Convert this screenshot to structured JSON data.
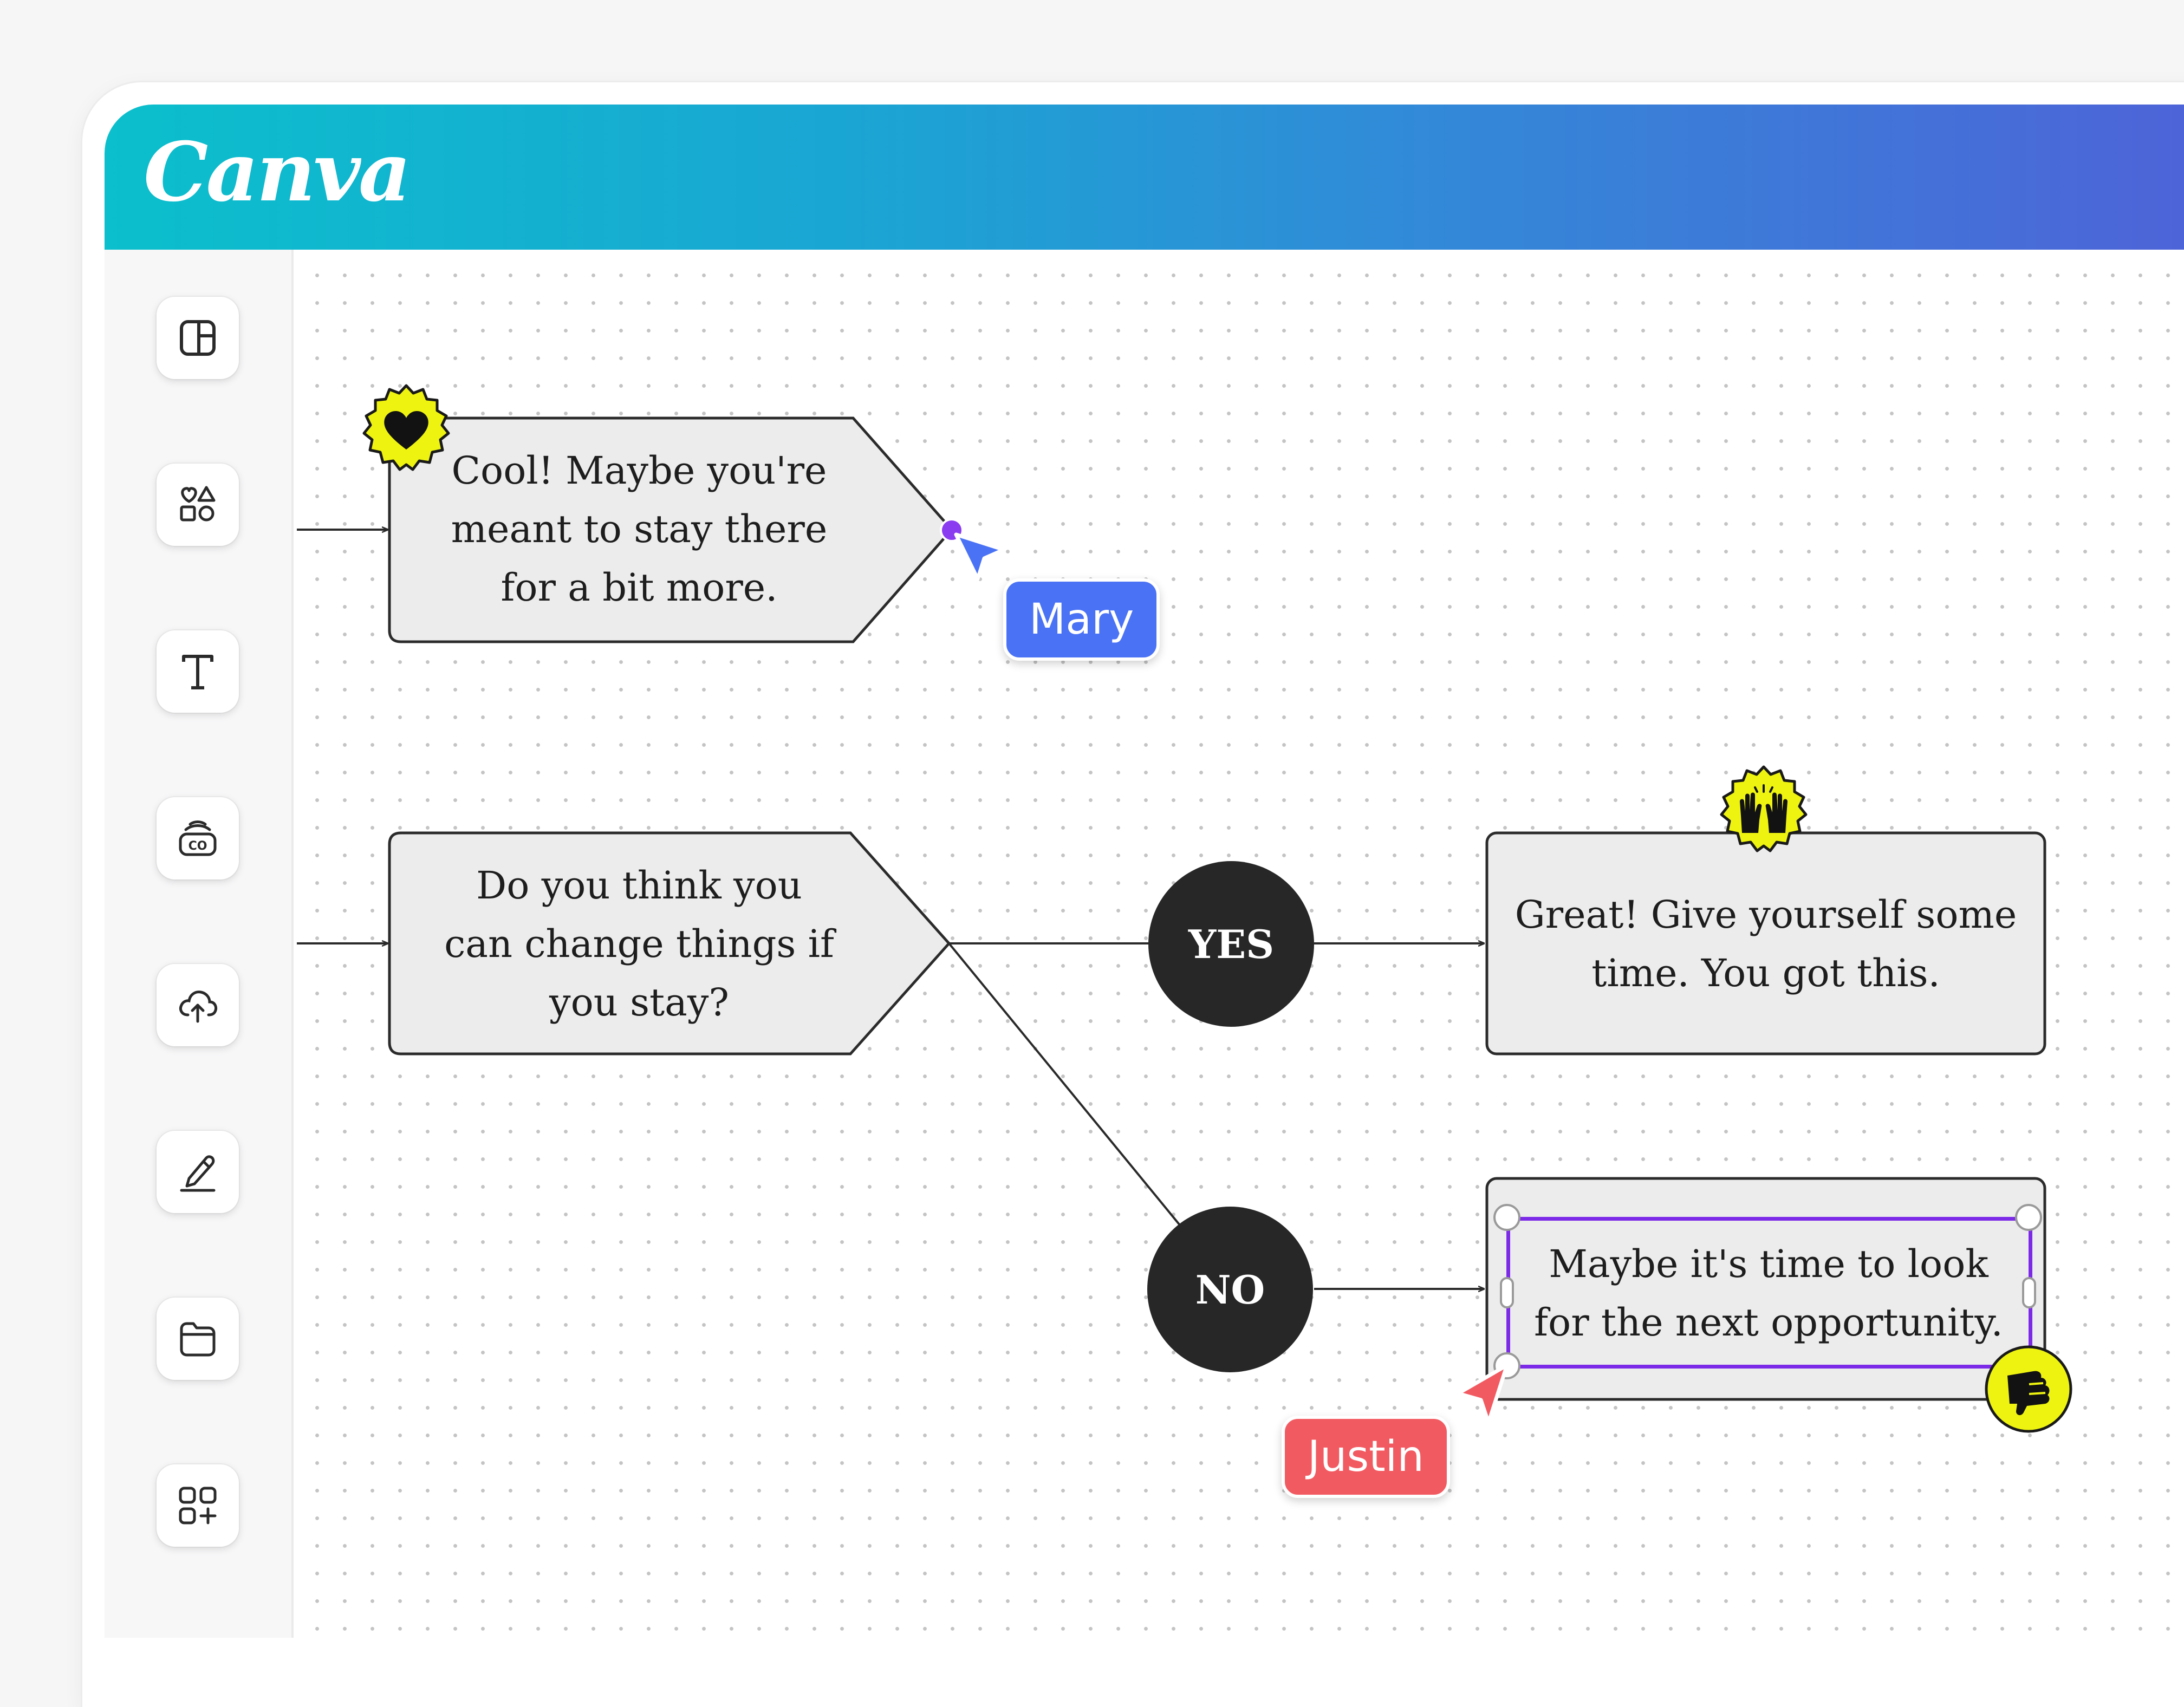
{
  "app": {
    "logo": "Canva"
  },
  "sidebar": {
    "tools": [
      {
        "icon": "layout-templates-icon"
      },
      {
        "icon": "elements-shapes-icon"
      },
      {
        "icon": "text-icon"
      },
      {
        "icon": "brand-kit-icon"
      },
      {
        "icon": "upload-cloud-icon"
      },
      {
        "icon": "draw-pen-icon"
      },
      {
        "icon": "projects-folder-icon"
      },
      {
        "icon": "apps-grid-icon"
      }
    ]
  },
  "flowchart": {
    "node1": {
      "lines": [
        "Cool! Maybe you're",
        "meant to stay there",
        "for a bit more."
      ]
    },
    "node2": {
      "lines": [
        "Do you think you",
        "can change things if",
        "you stay?"
      ]
    },
    "yes": "YES",
    "no": "NO",
    "node3": {
      "lines": [
        "Great! Give yourself some",
        "time. You got this."
      ]
    },
    "node4": {
      "lines": [
        "Maybe it's time to look",
        "for the next opportunity."
      ]
    }
  },
  "stickers": [
    "heart-icon",
    "raised-hands-icon",
    "thumbs-down-icon"
  ],
  "collaborators": [
    {
      "name": "Mary",
      "color": "#4a72f5"
    },
    {
      "name": "Justin",
      "color": "#f25a61"
    }
  ],
  "colors": {
    "header_gradient_start": "#0bbfcc",
    "header_gradient_end": "#4d64d8",
    "node_fill": "#ececec",
    "decision_fill": "#272727",
    "sticker_yellow": "#eef40f",
    "selection": "#7c2ae8"
  }
}
